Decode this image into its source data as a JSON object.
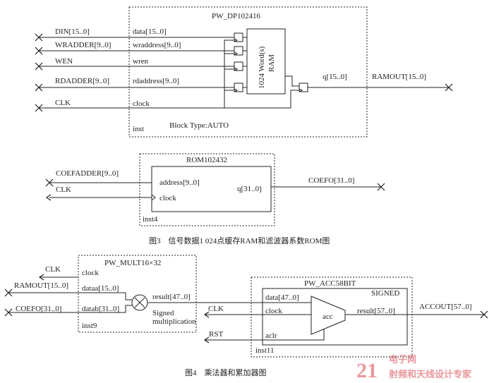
{
  "blocks": {
    "ram": {
      "title": "PW_DP102416",
      "inst": "inst",
      "block_type": "Block Type:AUTO",
      "ports_in": [
        "data[15..0]",
        "wraddress[9..0]",
        "wren",
        "rdaddress[9..0]",
        "clock"
      ],
      "port_out": "q[15..0]",
      "core_line1": "1024 Word(s)",
      "core_line2": "RAM"
    },
    "rom": {
      "title": "ROM102432",
      "inst": "inst4",
      "ports_in": [
        "address[9..0]",
        "clock"
      ],
      "port_out": "q[31..0]"
    },
    "mult": {
      "title": "PW_MULT16×32",
      "inst": "inst9",
      "ports_in": [
        "clock",
        "dataa[15..0]",
        "datab[31..0]"
      ],
      "port_out": "result[47..0]",
      "note1": "Signed",
      "note2": "multiplication"
    },
    "acc": {
      "title": "PW_ACC58BIT",
      "inst": "inst11",
      "signed": "SIGNED",
      "ports_in": [
        "data[47..0]",
        "clock",
        "aclr"
      ],
      "port_out": "result[57..0]",
      "core": "acc"
    }
  },
  "signals": {
    "ram_in": [
      "DIN[15..0]",
      "WRADDER[9..0]",
      "WEN",
      "RDADDER[9..0]",
      "CLK"
    ],
    "ram_out": "RAMOUT[15..0]",
    "rom_in": [
      "COEFADDER[9..0]",
      "CLK"
    ],
    "rom_out": "COEFO[31..0]",
    "mult_in": [
      "CLK",
      "RAMOUT[15..0]",
      "COEFO[31..0]"
    ],
    "acc_in": [
      "CLK",
      "RST"
    ],
    "acc_out": "ACCOUT[57..0]"
  },
  "captions": {
    "fig3": "图3　信号数据1 024点缓存RAM和滤波器系数ROM图",
    "fig4": "图4　乘法器和累加器图"
  },
  "watermark": {
    "logo": "21",
    "text1": "电子网",
    "text2": "射频和天线设计专家"
  },
  "colors": {
    "ink": "#222222",
    "watermark": "#d8434d"
  }
}
